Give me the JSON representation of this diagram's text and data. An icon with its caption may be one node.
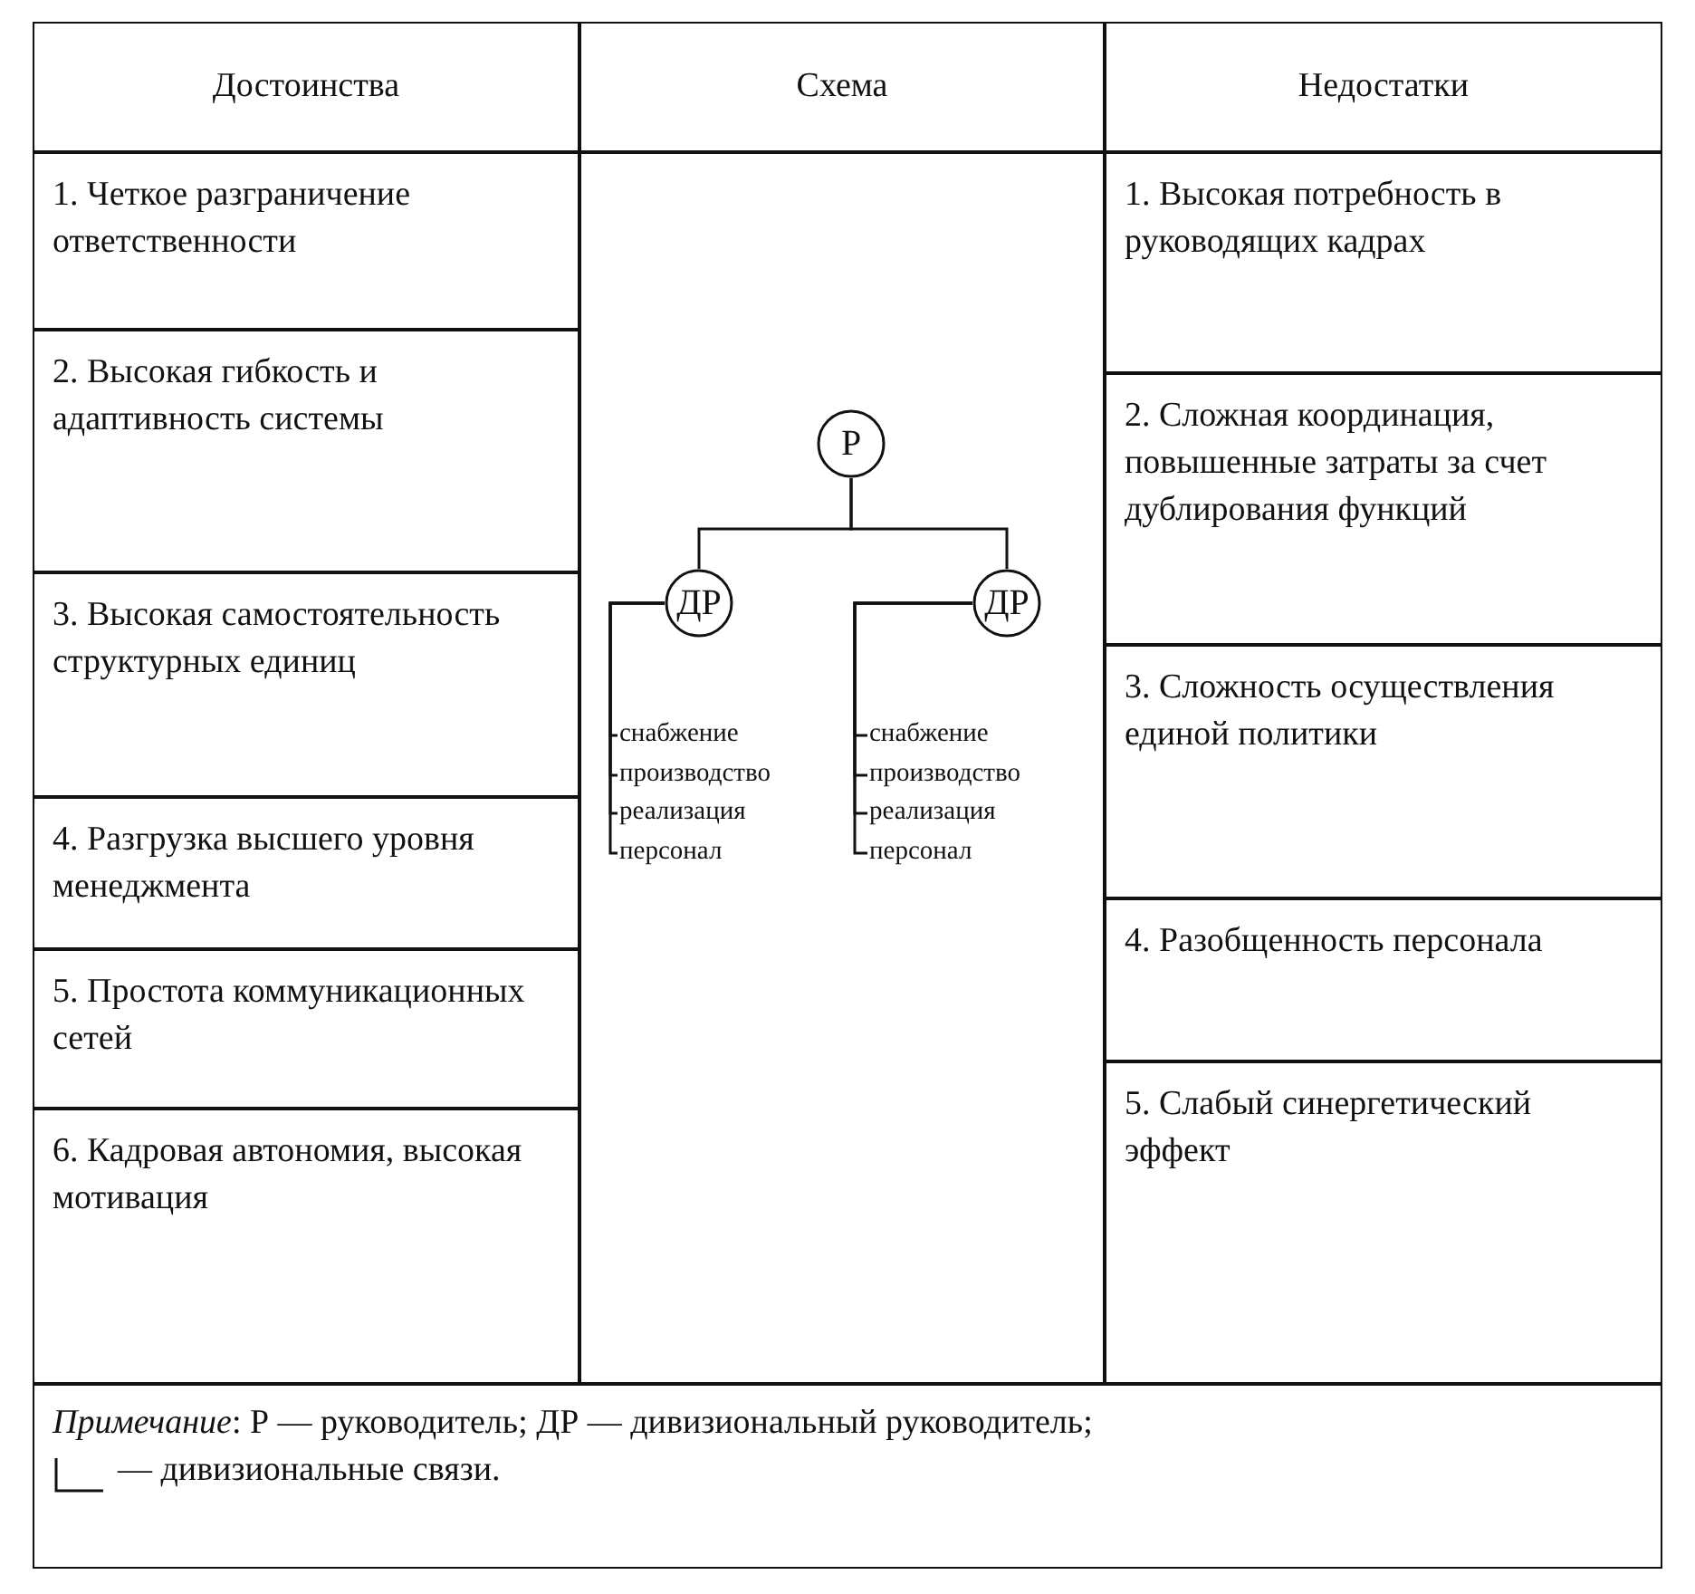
{
  "diagram": {
    "nodes": [
      {
        "text": [
          "Р"
        ]
      },
      {
        "text": [
          "ДР"
        ]
      },
      {
        "text": [
          "ДР"
        ]
      },
      {
        "text": [
          "снабжение"
        ]
      },
      {
        "text": [
          "производство"
        ]
      },
      {
        "text": [
          "реализация"
        ]
      },
      {
        "text": [
          "персонал"
        ]
      },
      {
        "text": [
          "снабжение"
        ]
      },
      {
        "text": [
          "производство"
        ]
      },
      {
        "text": [
          "реализация"
        ]
      },
      {
        "text": [
          "персонал"
        ]
      }
    ],
    "edges": [
      {
        "from": 0,
        "to": 1,
        "arrow": "none"
      },
      {
        "from": 0,
        "to": 2,
        "arrow": "none"
      },
      {
        "from": 1,
        "to": 3,
        "arrow": "none"
      },
      {
        "from": 1,
        "to": 4,
        "arrow": "none"
      },
      {
        "from": 1,
        "to": 5,
        "arrow": "none"
      },
      {
        "from": 1,
        "to": 6,
        "arrow": "none"
      },
      {
        "from": 2,
        "to": 7,
        "arrow": "none"
      },
      {
        "from": 2,
        "to": 8,
        "arrow": "none"
      },
      {
        "from": 2,
        "to": 9,
        "arrow": "none"
      },
      {
        "from": 2,
        "to": 10,
        "arrow": "none"
      }
    ],
    "labels": [
      "Достоинства",
      "Схема",
      "Недостатки",
      "1. Четкое разграничение ответственности",
      "2. Высокая гибкость и адаптивность системы",
      "3. Высокая самостоятельность структурных единиц",
      "4. Разгрузка высшего уровня менеджмента",
      "5. Простота коммуникационных сетей",
      "6. Кадровая автономия, высокая мотивация",
      "1. Высокая потребность в руководящих кадрах",
      "2. Сложная координация, повышенные затраты за счет дублирования функций",
      "3. Сложность осуществления единой политики",
      "4. Разобщенность персонала",
      "5. Слабый синергетический эффект",
      "*Примечание*: Р — руководитель; ДР — дивизиональный руководитель;",
      "— дивизиональные связи."
    ]
  }
}
